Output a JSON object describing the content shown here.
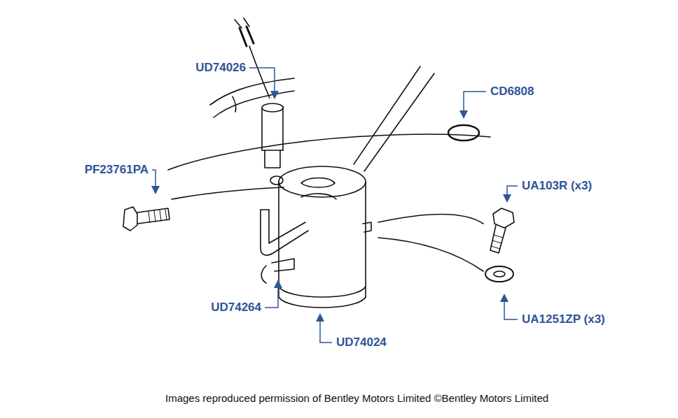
{
  "diagram": {
    "caption": "Images reproduced permission of Bentley Motors Limited ©Bentley Motors Limited",
    "labels": [
      "UD74026",
      "CD6808",
      "PF23761PA",
      "UA103R (x3)",
      "UD74264",
      "UA1251ZP (x3)",
      "UD74024"
    ]
  }
}
